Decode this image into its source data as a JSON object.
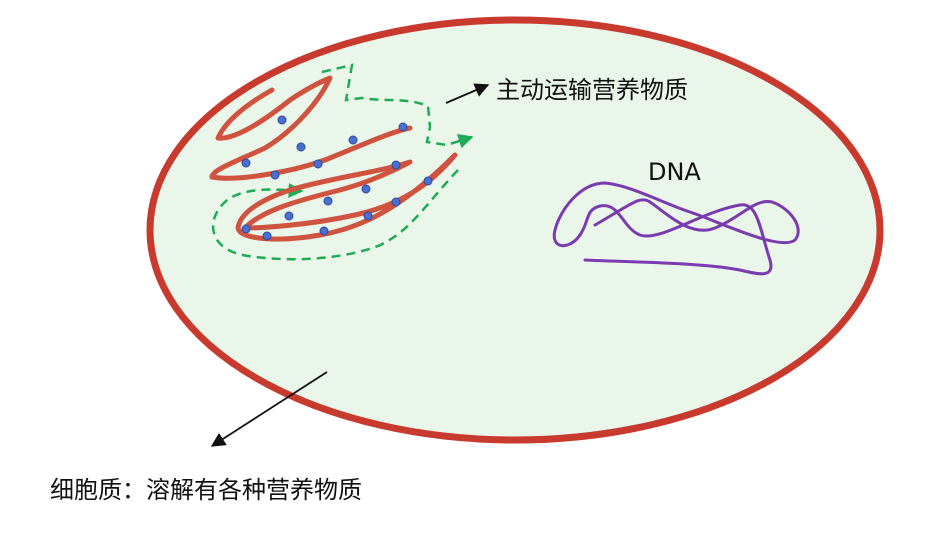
{
  "labels": {
    "active_transport": "主动运输营养物质",
    "dna": "DNA",
    "cytoplasm": "细胞质：溶解有各种营养物质"
  },
  "colors": {
    "cell_membrane": "#c8392e",
    "cytoplasm_fill": "#eaf6ea",
    "membrane_fold": "#d05340",
    "ribosome": "#4a6fcf",
    "transport_path": "#1faa55",
    "dna": "#7b3bb0",
    "arrow": "#111111"
  }
}
